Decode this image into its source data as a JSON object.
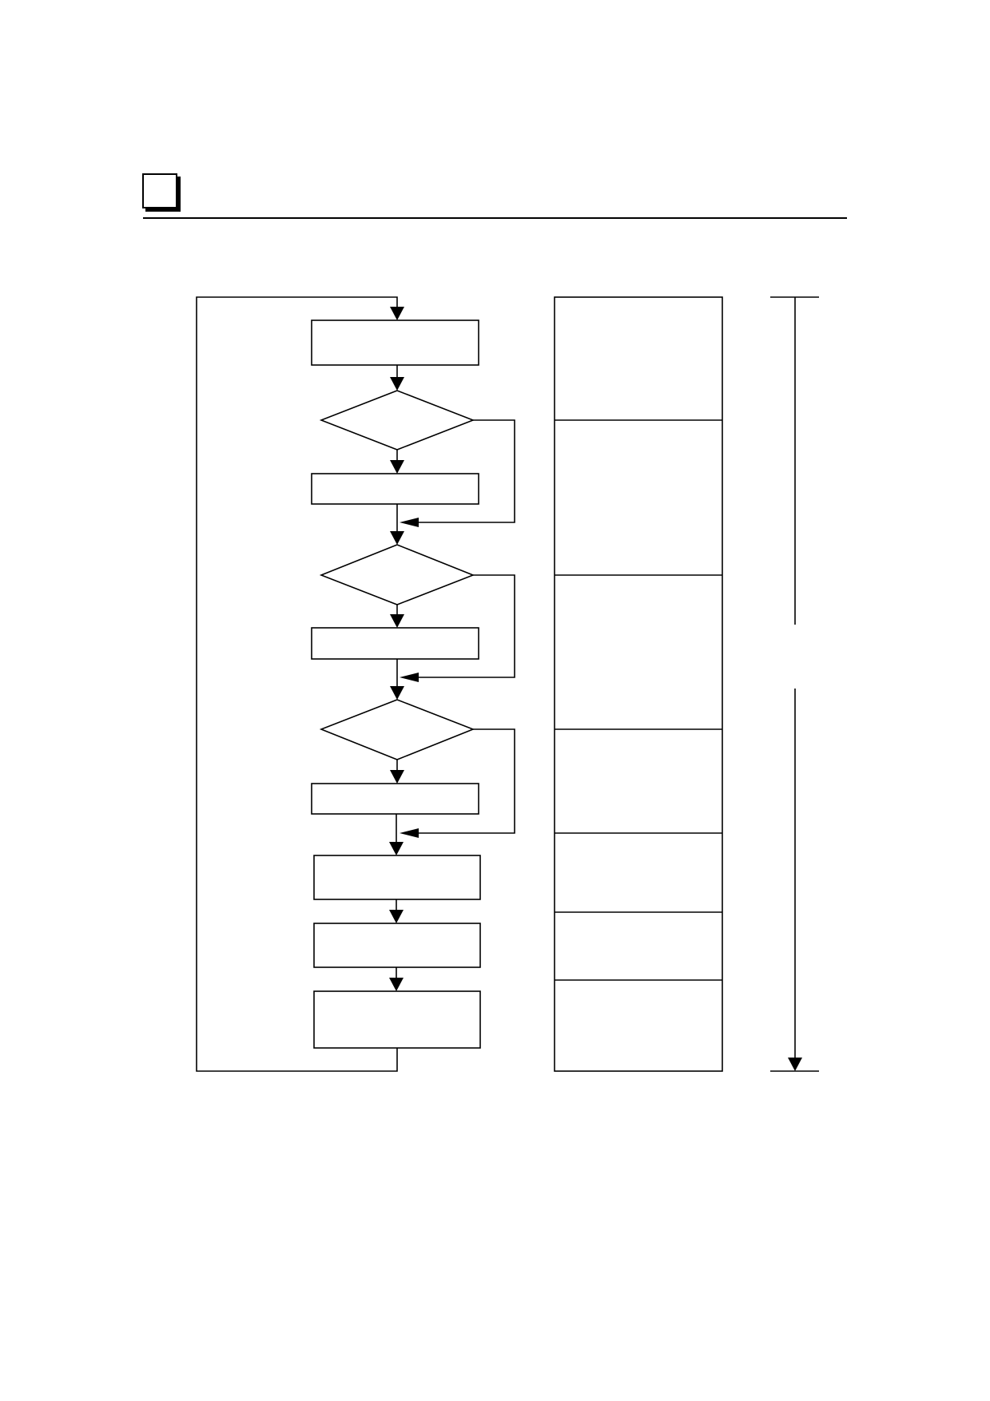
{
  "diagram": {
    "title": "",
    "steps": [
      {
        "id": "process-1",
        "kind": "process",
        "label": ""
      },
      {
        "id": "decision-1",
        "kind": "decision",
        "label": ""
      },
      {
        "id": "process-2",
        "kind": "process",
        "label": ""
      },
      {
        "id": "decision-2",
        "kind": "decision",
        "label": ""
      },
      {
        "id": "process-3",
        "kind": "process",
        "label": ""
      },
      {
        "id": "decision-3",
        "kind": "decision",
        "label": ""
      },
      {
        "id": "process-4",
        "kind": "process",
        "label": ""
      },
      {
        "id": "process-5",
        "kind": "process",
        "label": ""
      },
      {
        "id": "process-6",
        "kind": "process",
        "label": ""
      },
      {
        "id": "process-7",
        "kind": "process",
        "label": ""
      }
    ],
    "side_table": {
      "rows": [
        "",
        "",
        "",
        "",
        "",
        "",
        ""
      ]
    },
    "span_label": ""
  },
  "colors": {
    "line": "#000000",
    "background": "#ffffff"
  }
}
